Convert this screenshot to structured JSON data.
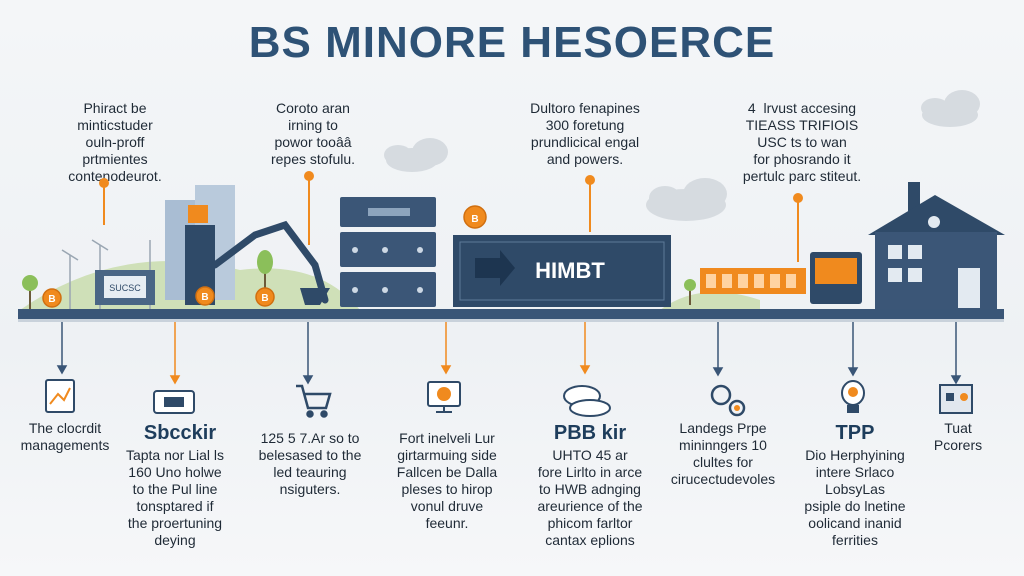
{
  "title": "BS MINORE HESOERCE",
  "top_notes": [
    "Phiract be\nminticstuder\nouln-proff\nprtmientes\ncontenodeurot.",
    "Coroto aran\nirning to\npowor tooââ\nrepes stofulu.",
    "Dultoro fenapines\n300 foretung\nprundlicical engal\nand powers.",
    "4  lrvust accesing\nTIEASS TRIFIOIS\nUSC ts to wan\nfor phosrando it\npertulc parc stiteut."
  ],
  "panels": {
    "server_label": "HIMBT",
    "left_building_label": "SUCSC"
  },
  "bottom": [
    {
      "heading": "",
      "text": "The clocrdit\nmanagements"
    },
    {
      "heading": "Sbcckir",
      "text": "Tapta nor Lial ls\n160 Uno holwe\nto the Pul line\ntonsptared if\nthe proertuning\ndeying"
    },
    {
      "heading": "",
      "text": "125 5 7.Ar so to\nbelesased to the\nled teauring\nnsiguters."
    },
    {
      "heading": "",
      "text": "Fort inelveli Lur\ngirtarmuing side\nFallcen be Dalla\npleses to hirop\nvonul druve\nfeeunr."
    },
    {
      "heading": "PBB kir",
      "text": "UHTO 45 ar\nfore Lirlto in arce\nto HWB adnging\nareurience of the\nphicom farltor\ncantax eplions"
    },
    {
      "heading": "",
      "text": "Landegs Prpe\nmininngers 10\nclultes for\ncirucectudevoles"
    },
    {
      "heading": "TPP",
      "text": "Dio Herphyining\nintere Srlaco\nLobsyLas\npsiple do lnetine\noolicand inanid\nferrities"
    },
    {
      "heading": "",
      "text": "Tuat\nPcorers"
    }
  ],
  "colors": {
    "navy": "#2f4a68",
    "accent": "#f08a1e",
    "title": "#2e5276",
    "rail": "#3a5677"
  }
}
